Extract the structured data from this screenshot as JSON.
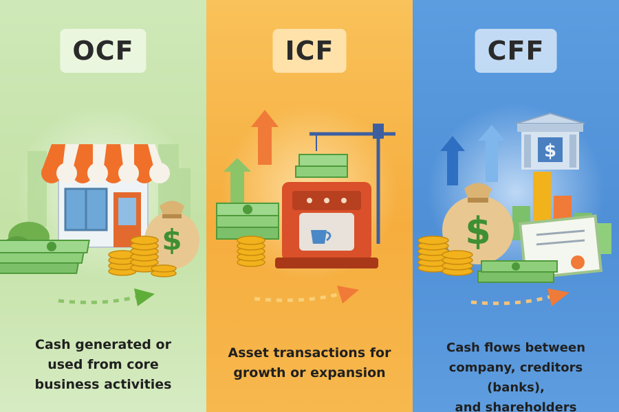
{
  "panels": [
    {
      "title": "OCF",
      "description": [
        "Cash generated or",
        "used from core",
        "business activities"
      ],
      "icons": [
        "storefront-icon",
        "money-bag-icon",
        "cash-stack-icon",
        "coin-stack-icon",
        "arrow-right-icon"
      ]
    },
    {
      "title": "ICF",
      "description": [
        "Asset transactions for",
        "growth or expansion"
      ],
      "icons": [
        "crane-icon",
        "coffee-machine-icon",
        "cash-stack-icon",
        "coin-stack-icon",
        "arrow-up-icon",
        "arrow-right-icon"
      ]
    },
    {
      "title": "CFF",
      "description": [
        "Cash flows between",
        "company, creditors (banks),",
        "and shareholders"
      ],
      "icons": [
        "bank-icon",
        "money-bag-icon",
        "bar-chart-icon",
        "certificate-icon",
        "coin-stack-icon",
        "arrow-up-icon",
        "arrow-right-icon"
      ]
    }
  ],
  "colors": {
    "ocf_bg": "#c4e2a6",
    "icf_bg": "#f6ad3e",
    "cff_bg": "#4f8fd6",
    "cash_green": "#4e9a3a",
    "coin_gold": "#f2b21c",
    "awning_orange": "#f0702a",
    "machine_red": "#d9502a"
  }
}
